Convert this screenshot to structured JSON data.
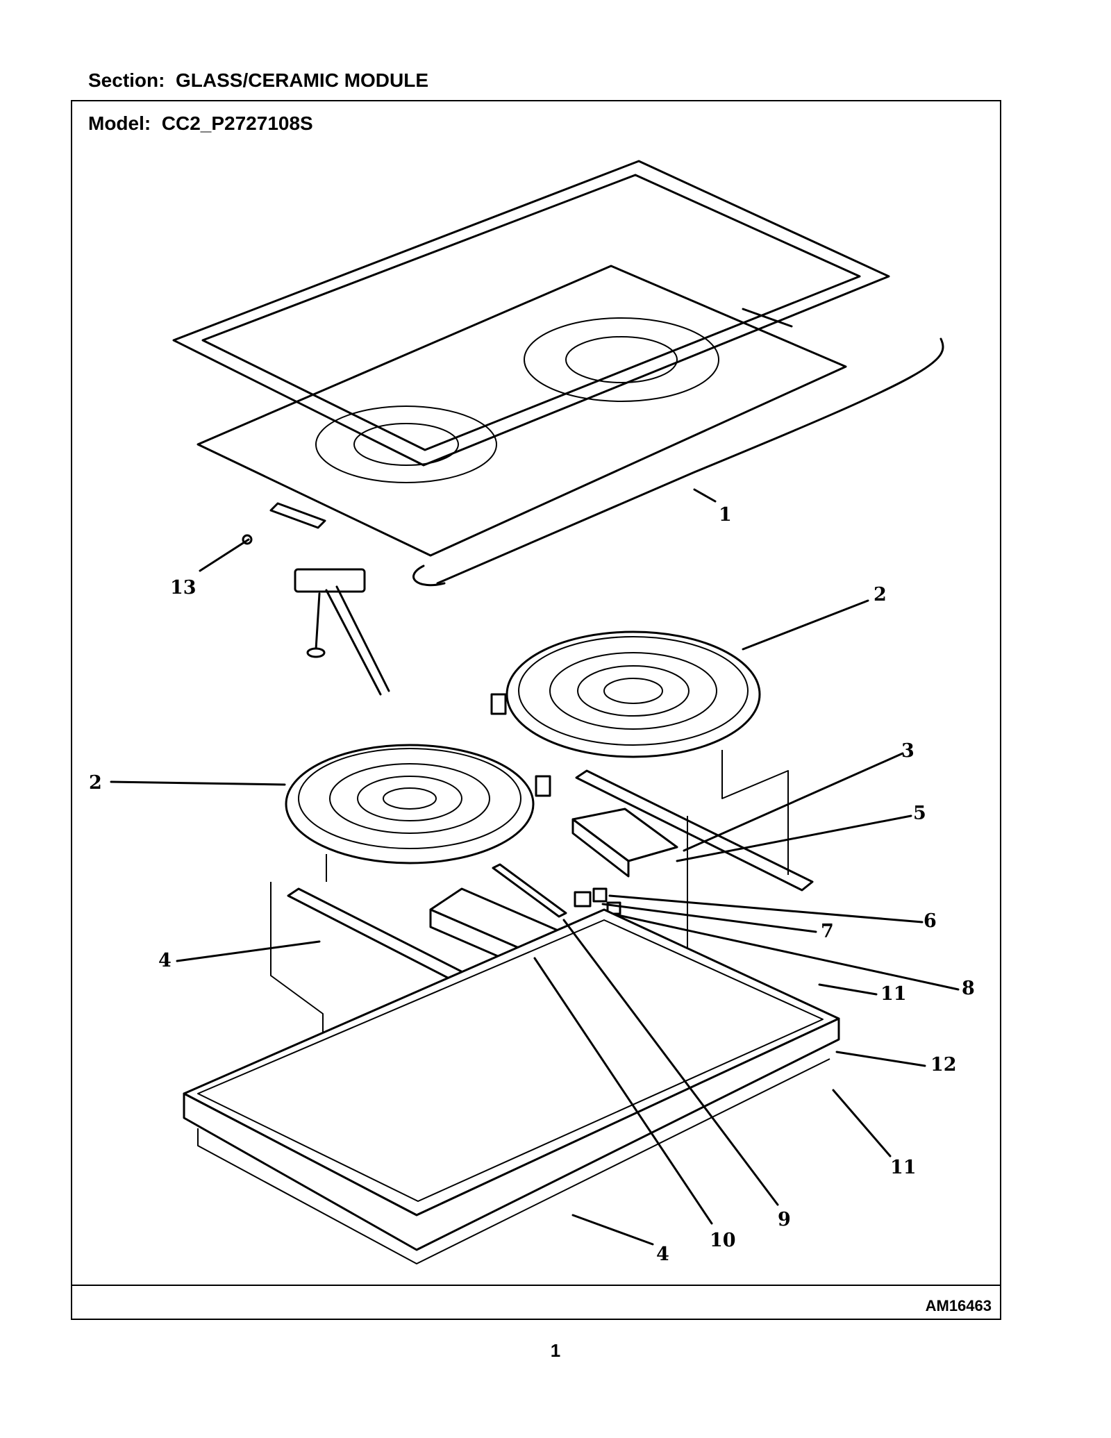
{
  "header": {
    "section": "Section:  GLASS/CERAMIC MODULE",
    "model": "Model:  CC2_P2727108S"
  },
  "footer": {
    "code": "AM16463",
    "page": "1"
  },
  "callouts": [
    "1",
    "13",
    "2",
    "2",
    "3",
    "5",
    "6",
    "7",
    "8",
    "4",
    "11",
    "12",
    "11",
    "9",
    "10",
    "4"
  ],
  "colors": {
    "ink": "#000000",
    "paper": "#ffffff"
  }
}
